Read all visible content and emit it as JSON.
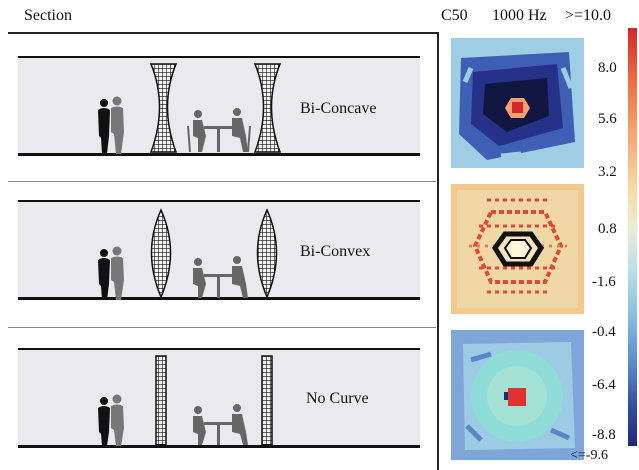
{
  "header": {
    "section": "Section",
    "metric": "C50",
    "frequency": "1000 Hz",
    "max_label": ">=10.0"
  },
  "rows": [
    {
      "label": "Bi-Concave",
      "pillar": "concave"
    },
    {
      "label": "Bi-Convex",
      "pillar": "convex"
    },
    {
      "label": "No Curve",
      "pillar": "straight"
    }
  ],
  "scale_ticks": [
    "8.0",
    "5.6",
    "3.2",
    "0.8",
    "-1.6",
    "-0.4",
    "-6.4",
    "-8.8"
  ],
  "min_label": "<=-9.6",
  "colors": {
    "scale_top": "#d9232b",
    "scale_bottom": "#22267a",
    "room_fill": "#e9e9ee"
  }
}
